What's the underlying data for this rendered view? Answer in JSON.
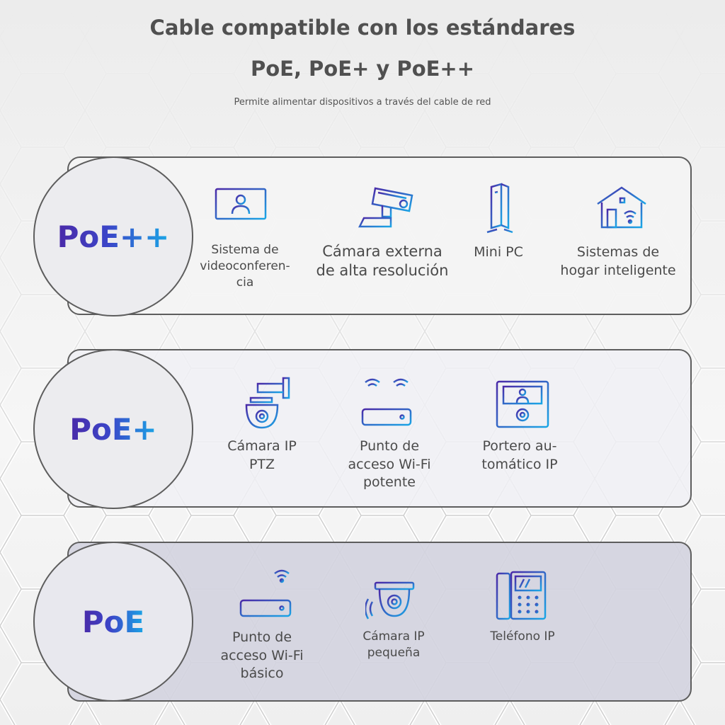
{
  "header": {
    "title_line1": "Cable compatible con los estándares",
    "title_line2": "PoE, PoE+ y PoE++",
    "subtitle": "Permite alimentar dispositivos a través del cable de red"
  },
  "colors": {
    "gradient_start": "#4a2aa8",
    "gradient_end": "#1aa6e6",
    "border": "#5d5d5d",
    "text": "#4a4a4a"
  },
  "tiers": [
    {
      "label": "PoE++",
      "devices": [
        {
          "icon": "video-conference-icon",
          "lines": [
            "Sistema de",
            "videoconferen-",
            "cia"
          ]
        },
        {
          "icon": "security-camera-icon",
          "lines": [
            "Cámara externa",
            "de alta resolución"
          ]
        },
        {
          "icon": "mini-pc-icon",
          "lines": [
            "Mini PC"
          ]
        },
        {
          "icon": "smart-home-icon",
          "lines": [
            "Sistemas de",
            "hogar inteligente"
          ]
        }
      ]
    },
    {
      "label": "PoE+",
      "devices": [
        {
          "icon": "ptz-camera-icon",
          "lines": [
            "Cámara IP",
            "PTZ"
          ]
        },
        {
          "icon": "wifi-router-dual-antenna-icon",
          "lines": [
            "Punto de",
            "acceso Wi-Fi",
            "potente"
          ]
        },
        {
          "icon": "intercom-icon",
          "lines": [
            "Portero au-",
            "tomático IP"
          ]
        }
      ]
    },
    {
      "label": "PoE",
      "devices": [
        {
          "icon": "wifi-router-icon",
          "lines": [
            "Punto de",
            "acceso Wi-Fi",
            "básico"
          ]
        },
        {
          "icon": "dome-camera-icon",
          "lines": [
            "Cámara IP",
            "pequeña"
          ]
        },
        {
          "icon": "ip-phone-icon",
          "lines": [
            "Teléfono IP"
          ]
        }
      ]
    }
  ]
}
